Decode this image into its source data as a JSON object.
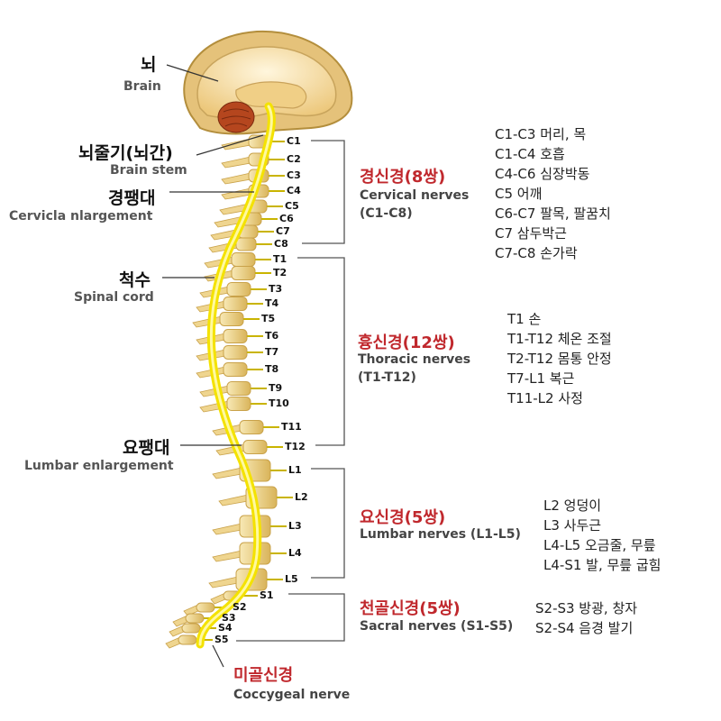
{
  "labels": {
    "brain_ko": "뇌",
    "brain_en": "Brain",
    "brainstem_ko": "뇌줄기(뇌간)",
    "brainstem_en": "Brain stem",
    "cervical_enl_ko": "경팽대",
    "cervical_enl_en": "Cervicla nlargement",
    "spinal_cord_ko": "척수",
    "spinal_cord_en": "Spinal cord",
    "lumbar_enl_ko": "요팽대",
    "lumbar_enl_en": "Lumbar enlargement",
    "coccygeal_ko": "미골신경",
    "coccygeal_en": "Coccygeal nerve"
  },
  "groups": [
    {
      "title_ko": "경신경(8쌍)",
      "title_en_1": "Cervical nerves",
      "title_en_2": "(C1-C8)",
      "functions": [
        "C1-C3 머리, 목",
        "C1-C4 호흡",
        "C4-C6 심장박동",
        "C5 어깨",
        "C6-C7 팔목, 팔꿈치",
        "C7 삼두박근",
        "C7-C8 손가락"
      ]
    },
    {
      "title_ko": "흉신경(12쌍)",
      "title_en_1": "Thoracic nerves",
      "title_en_2": "(T1-T12)",
      "functions": [
        "T1 손",
        "T1-T12 체온 조절",
        "T2-T12 몸통 안정",
        "T7-L1 복근",
        "T11-L2 사정"
      ]
    },
    {
      "title_ko": "요신경(5쌍)",
      "title_en_1": "Lumbar nerves (L1-L5)",
      "functions": [
        "L2 엉덩이",
        "L3 사두근",
        "L4-L5 오금줄, 무릎",
        "L4-S1 발, 무릎 굽힘"
      ]
    },
    {
      "title_ko": "천골신경(5쌍)",
      "title_en_1": "Sacral nerves (S1-S5)",
      "functions": [
        "S2-S3 방광, 창자",
        "S2-S4 음경 발기"
      ]
    }
  ],
  "vertebrae": [
    "C1",
    "C2",
    "C3",
    "C4",
    "C5",
    "C6",
    "C7",
    "C8",
    "T1",
    "T2",
    "T3",
    "T4",
    "T5",
    "T6",
    "T7",
    "T8",
    "T9",
    "T10",
    "T11",
    "T12",
    "L1",
    "L2",
    "L3",
    "L4",
    "L5",
    "S1",
    "S2",
    "S3",
    "S4",
    "S5"
  ],
  "colors": {
    "title_red": "#c0282d",
    "cord_yellow": "#f4e200",
    "bone": "#f3dc9a",
    "bone_edge": "#c9a24a",
    "brain_fill": "#f1d08b",
    "cerebellum": "#b5461e"
  }
}
